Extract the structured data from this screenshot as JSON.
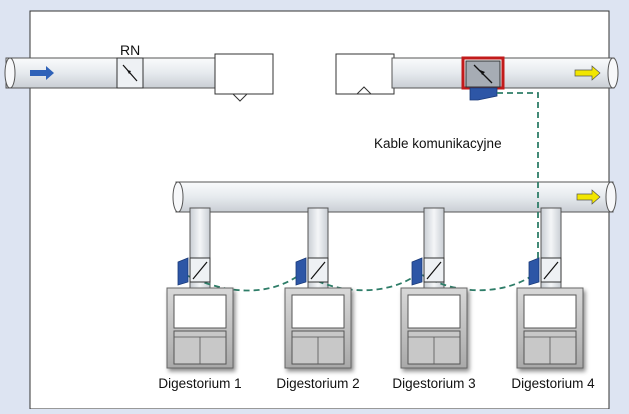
{
  "labels": {
    "damper_main": "RN",
    "cable": "Kable komunikacyjne"
  },
  "hoods": [
    {
      "label": "Digestorium 1"
    },
    {
      "label": "Digestorium 2"
    },
    {
      "label": "Digestorium 3"
    },
    {
      "label": "Digestorium 4"
    }
  ],
  "colors": {
    "background": "#dde4f2",
    "panel": "#ffffff",
    "duct": "#eef1f4",
    "supply_arrow": "#2f62b8",
    "exhaust_arrow": "#f2e600",
    "controller": "#2d56a6",
    "cable": "#2e7d68",
    "highlight": "#c21a1a",
    "hood": "#9a9a9a"
  }
}
